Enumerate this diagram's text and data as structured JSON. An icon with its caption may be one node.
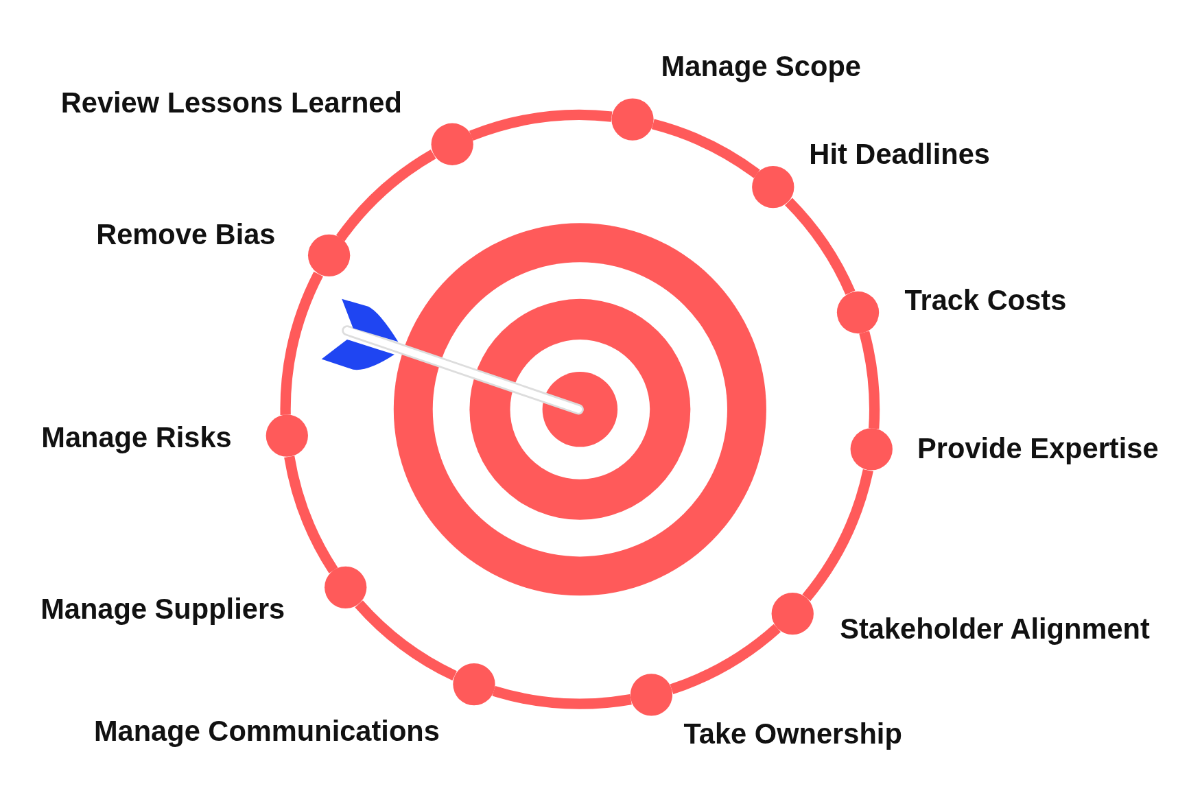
{
  "diagram": {
    "nodes": [
      {
        "text": [],
        "shape": "circle",
        "beside": [
          "Manage Scope"
        ]
      },
      {
        "text": [],
        "shape": "circle",
        "beside": [
          "Hit Deadlines"
        ]
      },
      {
        "text": [],
        "shape": "circle",
        "beside": [
          "Track Costs"
        ]
      },
      {
        "text": [],
        "shape": "circle",
        "beside": [
          "Provide Expertise"
        ]
      },
      {
        "text": [],
        "shape": "circle",
        "beside": [
          "Stakeholder Alignment"
        ]
      },
      {
        "text": [],
        "shape": "circle",
        "beside": [
          "Take Ownership"
        ]
      },
      {
        "text": [],
        "shape": "circle",
        "beside": [
          "Manage Communications"
        ]
      },
      {
        "text": [],
        "shape": "circle",
        "beside": [
          "Manage Suppliers"
        ]
      },
      {
        "text": [],
        "shape": "circle",
        "beside": [
          "Manage Risks"
        ]
      },
      {
        "text": [],
        "shape": "circle",
        "beside": [
          "Remove Bias"
        ]
      },
      {
        "text": [],
        "shape": "circle",
        "beside": [
          "Review Lessons Learned"
        ]
      }
    ],
    "edges": [
      {
        "from": 0,
        "to": 1,
        "arrow": "none"
      },
      {
        "from": 1,
        "to": 2,
        "arrow": "none"
      },
      {
        "from": 2,
        "to": 3,
        "arrow": "none"
      },
      {
        "from": 3,
        "to": 4,
        "arrow": "none"
      },
      {
        "from": 4,
        "to": 5,
        "arrow": "none"
      },
      {
        "from": 5,
        "to": 6,
        "arrow": "none"
      },
      {
        "from": 6,
        "to": 7,
        "arrow": "none"
      },
      {
        "from": 7,
        "to": 8,
        "arrow": "none"
      },
      {
        "from": 8,
        "to": 9,
        "arrow": "none"
      },
      {
        "from": 9,
        "to": 10,
        "arrow": "none"
      },
      {
        "from": 10,
        "to": 0,
        "arrow": "none"
      }
    ]
  }
}
